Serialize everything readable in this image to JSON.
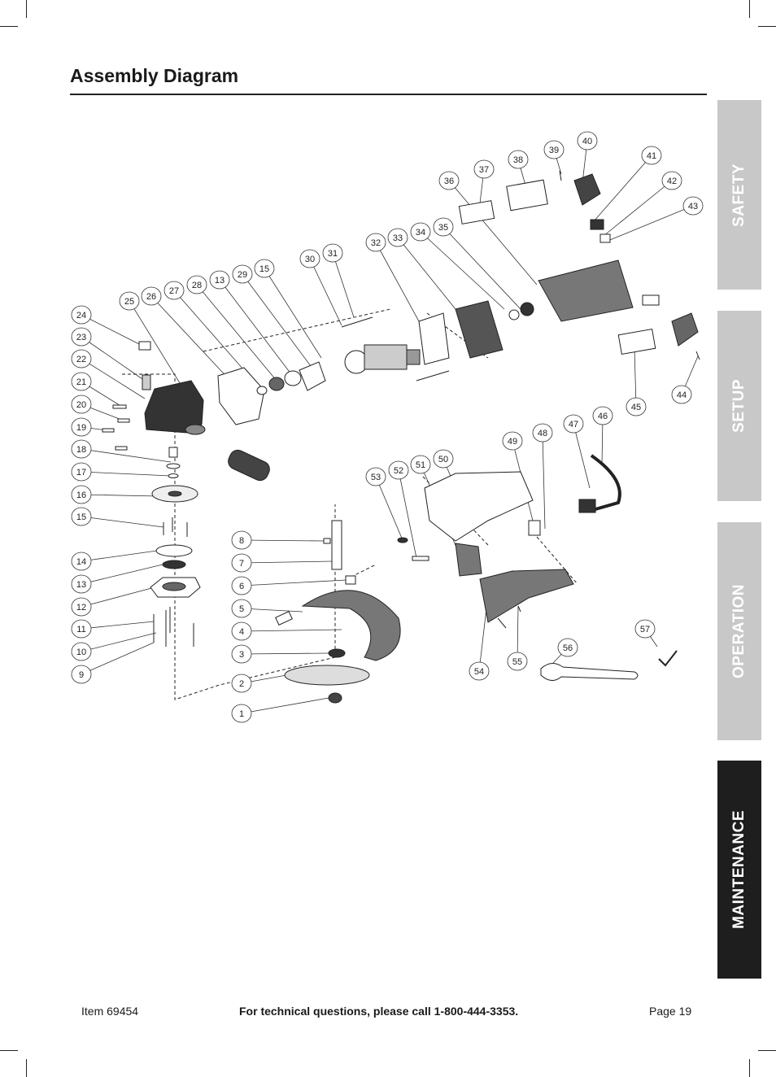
{
  "page": {
    "title": "Assembly Diagram"
  },
  "tabs": [
    {
      "label": "SAFETY",
      "active": false
    },
    {
      "label": "SETUP",
      "active": false
    },
    {
      "label": "OPERATION",
      "active": false
    },
    {
      "label": "MAINTENANCE",
      "active": true
    }
  ],
  "colors": {
    "tab_inactive": "#c8c8c8",
    "tab_active": "#1e1e1e"
  },
  "callouts": {
    "left_column": [
      "24",
      "23",
      "22",
      "21",
      "20",
      "19",
      "18",
      "17",
      "16",
      "15",
      "14",
      "13",
      "12",
      "11",
      "10",
      "9"
    ],
    "center_column": [
      "8",
      "7",
      "6",
      "5",
      "4",
      "3",
      "2",
      "1"
    ],
    "top_arc": [
      "25",
      "26",
      "27",
      "28",
      "13",
      "29",
      "15",
      "30",
      "31",
      "32",
      "33",
      "34",
      "35",
      "36",
      "37",
      "38",
      "39",
      "40",
      "41",
      "42",
      "43",
      "44",
      "45"
    ],
    "handle_area": [
      "46",
      "47",
      "48",
      "49",
      "50",
      "51",
      "52",
      "53",
      "54",
      "55",
      "56",
      "57"
    ]
  },
  "footer": {
    "item": "Item 69454",
    "tech": "For technical questions, please call 1-800-444-3353.",
    "page": "Page 19"
  }
}
